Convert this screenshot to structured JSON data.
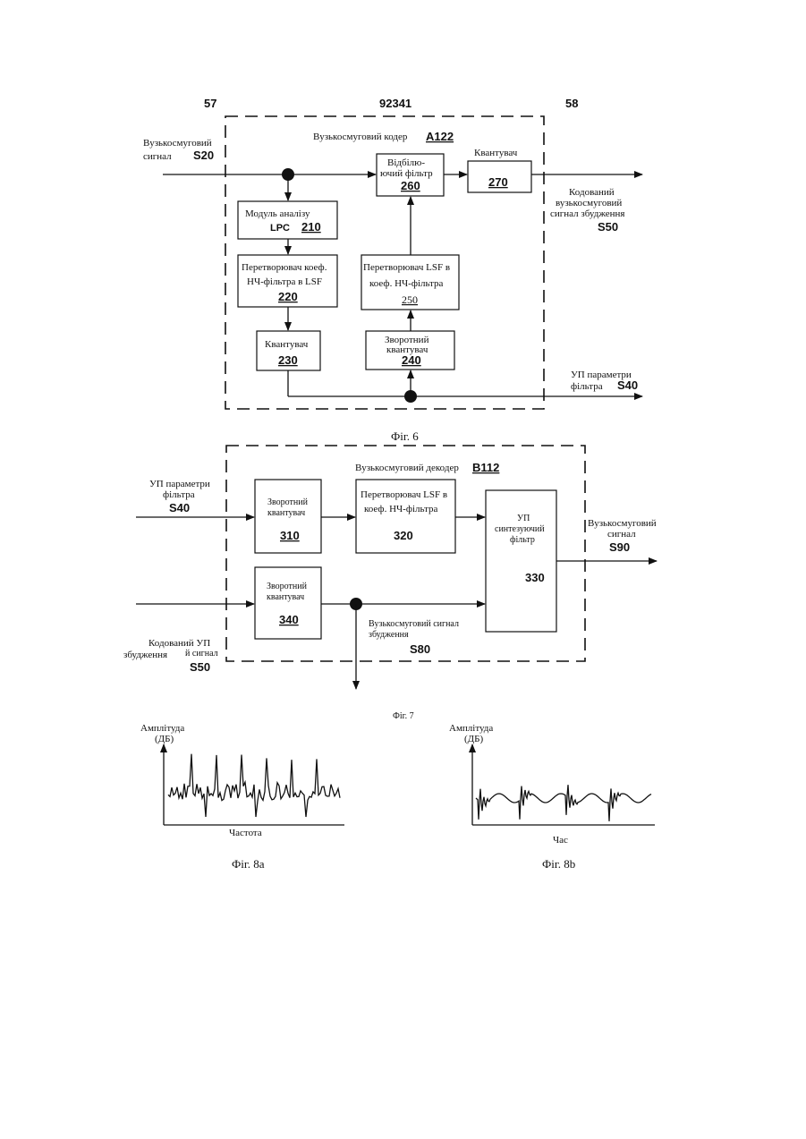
{
  "header": {
    "left": "57",
    "center": "92341",
    "right": "58"
  },
  "fig6": {
    "caption": "Фіг. 6",
    "title": "Вузькосмуговий кодер",
    "code": "A122",
    "input_line1": "Вузькосмуговий",
    "input_line2": "сигнал",
    "input_code": "S20",
    "blocks": {
      "lpc": {
        "line1": "Модуль аналізу",
        "line2": "LPC",
        "num": "210"
      },
      "lp_to_lsf": {
        "line1": "Перетворювач коеф.",
        "line2": "НЧ-фільтра в LSF",
        "num": "220"
      },
      "quant": {
        "line1": "Квантувач",
        "num": "230"
      },
      "inv_quant": {
        "line1": "Зворотний",
        "line2": "квантувач",
        "num": "240"
      },
      "lsf_to_lp": {
        "line1": "Перетворювач LSF в",
        "line2": "коеф. НЧ-фільтра",
        "num": "250"
      },
      "whiten": {
        "line1": "Відбілю-",
        "line2": "ючий фільтр",
        "num": "260"
      },
      "quant2": {
        "label": "Квантувач",
        "num": "270"
      }
    },
    "out_excitation": {
      "line1": "Кодований",
      "line2": "вузькосмуговий",
      "line3": "сигнал збудження",
      "code": "S50"
    },
    "out_params": {
      "line1": "УП параметри",
      "line2": "фільтра",
      "code": "S40"
    }
  },
  "fig7": {
    "caption": "Фіг. 7",
    "title": "Вузькосмуговий декодер",
    "code": "B112",
    "in_params": {
      "line1": "УП параметри",
      "line2": "фільтра",
      "code": "S40"
    },
    "in_excitation": {
      "line1": "Кодований УП",
      "line2": "збудження",
      "line2b": "й сигнал",
      "code": "S50"
    },
    "blocks": {
      "inv_quant1": {
        "line1": "Зворотний",
        "line2": "квантувач",
        "num": "310"
      },
      "lsf_to_lp": {
        "line1": "Перетворювач LSF в",
        "line2": "коеф. НЧ-фільтра",
        "num": "320"
      },
      "synth": {
        "line1": "УП",
        "line2": "синтезуючий",
        "line3": "фільтр",
        "num": "330"
      },
      "inv_quant2": {
        "line1": "Зворотний",
        "line2": "квантувач",
        "num": "340"
      }
    },
    "out_signal": {
      "line1": "Вузькосмуговий",
      "line2": "сигнал",
      "code": "S90"
    },
    "tap_signal": {
      "line1": "Вузькосмуговий сигнал",
      "line2": "збудження",
      "code": "S80"
    }
  },
  "fig8a": {
    "caption": "Фіг. 8a",
    "ylabel1": "Амплітуда",
    "ylabel2": "(ДБ)",
    "xlabel": "Частота"
  },
  "fig8b": {
    "caption": "Фіг. 8b",
    "ylabel1": "Амплітуда",
    "ylabel2": "(ДБ)",
    "xlabel": "Час"
  }
}
